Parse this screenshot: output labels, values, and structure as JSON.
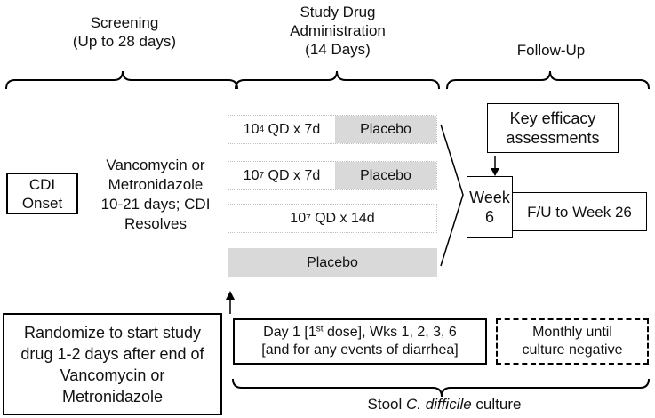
{
  "phases": {
    "screening": {
      "line1": "Screening",
      "line2": "(Up to 28 days)"
    },
    "study_drug": {
      "line1": "Study Drug",
      "line2": "Administration",
      "line3": "(14 Days)"
    },
    "follow_up": {
      "line1": "Follow-Up"
    }
  },
  "onset_box": {
    "line1": "CDI",
    "line2": "Onset"
  },
  "treatment_text": {
    "line1": "Vancomycin or",
    "line2": "Metronidazole",
    "line3": "10-21 days; CDI",
    "line4": "Resolves"
  },
  "arms": [
    {
      "dose_base": "10",
      "dose_exp": "4",
      "dose_rest": " QD x 7d",
      "placebo": "Placebo"
    },
    {
      "dose_base": "10",
      "dose_exp": "7",
      "dose_rest": " QD x 7d",
      "placebo": "Placebo"
    },
    {
      "dose_base": "10",
      "dose_exp": "7",
      "dose_rest": " QD x 14d"
    },
    {
      "placebo": "Placebo"
    }
  ],
  "efficacy_box": {
    "line1": "Key efficacy",
    "line2": "assessments"
  },
  "week6_box": {
    "line1": "Week",
    "line2": "6"
  },
  "fu_box": {
    "label": "F/U to Week 26"
  },
  "randomize_box": {
    "line1": "Randomize to start study",
    "line2": "drug 1-2 days after end of",
    "line3": "Vancomycin or",
    "line4": "Metronidazole"
  },
  "culture_box": {
    "line1_pre": "Day 1 [1",
    "line1_sup": "st",
    "line1_post": " dose], Wks 1, 2, 3, 6",
    "line2": "[and for any events of diarrhea]"
  },
  "monthly_box": {
    "line1": "Monthly until",
    "line2": "culture negative"
  },
  "stool_label": {
    "pre": "Stool ",
    "italic": "C. difficile",
    "post": " culture"
  },
  "colors": {
    "placebo_fill": "#d9d9d9",
    "line": "#000000",
    "dotted": "#bfbfbf"
  }
}
